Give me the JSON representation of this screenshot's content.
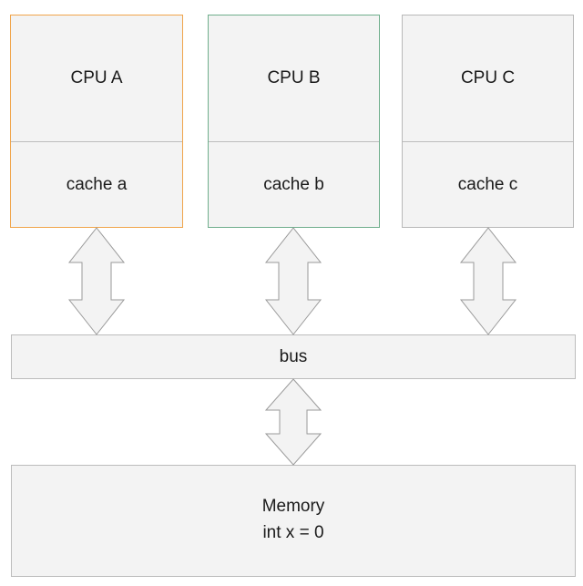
{
  "cpus": [
    {
      "cpu": "CPU A",
      "cache": "cache a",
      "border_color": "#f0a44a"
    },
    {
      "cpu": "CPU B",
      "cache": "cache b",
      "border_color": "#6fae8c"
    },
    {
      "cpu": "CPU C",
      "cache": "cache c",
      "border_color": "#b8b8b8"
    }
  ],
  "bus": {
    "label": "bus"
  },
  "memory": {
    "title": "Memory",
    "content": "int x = 0"
  },
  "colors": {
    "box_fill": "#f3f3f3",
    "arrow_fill": "#f3f3f3",
    "arrow_stroke": "#9a9a9a"
  }
}
